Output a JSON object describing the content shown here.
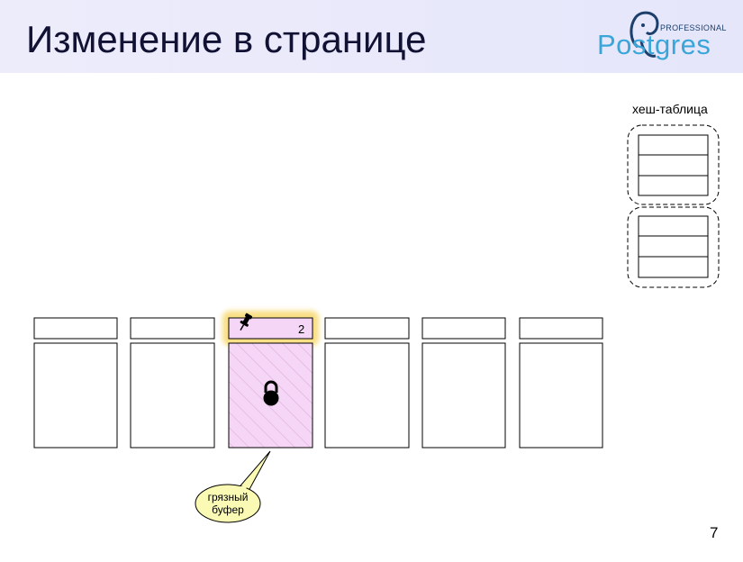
{
  "slide": {
    "title": "Изменение в странице",
    "page_number": "7"
  },
  "logo": {
    "label_small": "PROFESSIONAL",
    "wordmark": "Postgres"
  },
  "hash_table": {
    "label": "хеш-таблица",
    "groups": [
      {
        "rows": 3
      },
      {
        "rows": 3
      }
    ]
  },
  "buffers": {
    "count": 6,
    "selected_index": 2,
    "selected_counter": "2",
    "selected_state": "dirty",
    "pinned": true,
    "locked": true
  },
  "callout": {
    "line1": "грязный",
    "line2": "буфер"
  },
  "colors": {
    "header_bg": "#e6e6fb",
    "highlight_glow": "#f7d35a",
    "dirty_fill": "#f6d6f6",
    "dirty_hatch": "#d7a8d7",
    "callout_fill": "#fafab4",
    "logo_blue": "#3aa6d8"
  }
}
